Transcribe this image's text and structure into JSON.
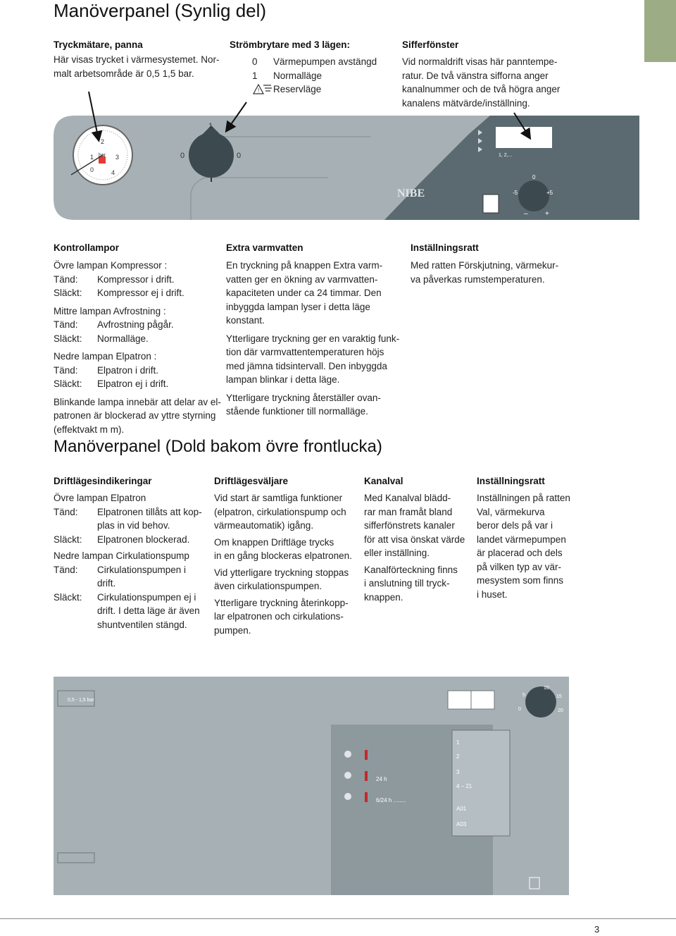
{
  "title_visible": "Manöverpanel (Synlig del)",
  "gauge": {
    "title": "Tryckmätare, panna",
    "lines": [
      "Här visas trycket i värmesystemet. Nor-",
      "malt arbetsområde är 0,5 1,5 bar."
    ],
    "scale": [
      "0",
      "1",
      "2",
      "3",
      "4"
    ],
    "unit": "bar"
  },
  "switch": {
    "title": "Strömbrytare med 3 lägen:",
    "modes": [
      {
        "key": "0",
        "text": "Värmepumpen avstängd"
      },
      {
        "key": "1",
        "text": "Normalläge"
      },
      {
        "key": "",
        "text": "Reservläge"
      }
    ],
    "panel_labels": [
      "1",
      "0",
      "0"
    ]
  },
  "digits": {
    "title": "Sifferfönster",
    "lines": [
      "Vid normaldrift visas här panntempe-",
      "ratur. De två vänstra sifforna anger",
      " kanalnummer och de två högra anger",
      "kanalens mätvärde/inställning."
    ]
  },
  "panel_top": {
    "brand": "NIBE",
    "small_label": "1, 2,...",
    "dial_scale": [
      "-5",
      "0",
      "+5"
    ],
    "minus": "–",
    "plus": "+"
  },
  "lamps": {
    "title": "Kontrollampor",
    "lines": [
      {
        "k": "",
        "v": "Övre lampan Kompressor :"
      },
      {
        "k": "Tänd:",
        "v": "Kompressor i drift."
      },
      {
        "k": "Släckt:",
        "v": "Kompressor ej i drift."
      },
      {
        "k": "",
        "v": "Mittre lampan Avfrostning :"
      },
      {
        "k": "Tänd:",
        "v": "Avfrostning pågår."
      },
      {
        "k": "Släckt:",
        "v": "Normalläge."
      },
      {
        "k": "",
        "v": "Nedre lampan Elpatron :"
      },
      {
        "k": "Tänd:",
        "v": "Elpatron i drift."
      },
      {
        "k": "Släckt:",
        "v": "Elpatron ej i drift."
      }
    ],
    "blink": [
      "Blinkande lampa innebär att delar av el-",
      "patronen är blockerad av yttre styrning",
      "(effektvakt m m)."
    ]
  },
  "hotwater": {
    "title": "Extra varmvatten",
    "p1": [
      "En tryckning på knappen Extra varm-",
      "vatten ger en ökning av varmvatten-",
      "kapaciteten under ca 24 timmar. Den",
      "inbyggda lampan lyser i detta läge",
      "konstant."
    ],
    "p2": [
      "Ytterligare tryckning ger en varaktig funk-",
      "tion där varmvattentemperaturen höjs",
      "med jämna tidsintervall. Den inbyggda",
      "lampan blinkar i detta läge."
    ],
    "p3": [
      "Ytterligare tryckning återställer ovan-",
      "stående funktioner till normalläge."
    ]
  },
  "knob_top": {
    "title": "Inställningsratt",
    "lines": [
      "Med ratten Förskjutning, värmekur-",
      "va påverkas rumstemperaturen."
    ]
  },
  "title_hidden": "Manöverpanel (Dold bakom övre frontlucka)",
  "modes_ind": {
    "title": "Driftlägesindikeringar",
    "lines": [
      {
        "k": "",
        "v": "Övre lampan Elpatron"
      },
      {
        "k": "Tänd:",
        "v": "Elpatronen tillåts att kop-"
      },
      {
        "k": "",
        "v": "plas in vid behov."
      },
      {
        "k": "Släckt:",
        "v": "Elpatronen blockerad."
      },
      {
        "k": "",
        "v": "Nedre lampan Cirkulationspump"
      },
      {
        "k": "Tänd:",
        "v": "Cirkulationspumpen i"
      },
      {
        "k": "",
        "v": "drift."
      },
      {
        "k": "Släckt:",
        "v": "Cirkulationspumpen ej i"
      },
      {
        "k": "",
        "v": "drift. I detta läge är även"
      },
      {
        "k": "",
        "v": "shuntventilen stängd."
      }
    ]
  },
  "selector": {
    "title": "Driftlägesväljare",
    "p1": [
      "Vid start är samtliga funktioner",
      "(elpatron, cirkulationspump och",
      "värmeautomatik) igång."
    ],
    "p2": [
      "Om knappen Driftläge trycks",
      "in en gång blockeras elpatronen."
    ],
    "p3": [
      "Vid ytterligare tryckning stoppas",
      "även cirkulationspumpen."
    ],
    "p4": [
      "Ytterligare tryckning återinkopp-",
      "lar elpatronen och cirkulations-",
      "pumpen."
    ]
  },
  "channel": {
    "title": "Kanalval",
    "p1": [
      "Med Kanalval blädd-",
      "rar man framåt bland",
      "sifferfönstrets kanaler",
      "för att visa önskat värde",
      "eller inställning."
    ],
    "p2": [
      "Kanalförteckning finns",
      "i anslutning till tryck-",
      "knappen."
    ]
  },
  "knob_hidden": {
    "title": "Inställningsratt",
    "lines": [
      "Inställningen på ratten",
      " Val, värmekurva ",
      "beror dels på var i",
      "landet värmepumpen",
      "är placerad och dels",
      "på vilken typ av vär-",
      "mesystem som finns",
      "i huset."
    ]
  },
  "panel_bottom": {
    "pressure_label": "0,5 - 1,5 bar",
    "dial_scale": [
      "0",
      "5",
      "10",
      "15",
      "20"
    ],
    "rows": [
      "1",
      "2",
      "3",
      "4 – 21",
      "A01",
      "A03"
    ],
    "timer_24": "24 h",
    "timer_6_24": "6/24 h ........"
  },
  "page_number": "3"
}
